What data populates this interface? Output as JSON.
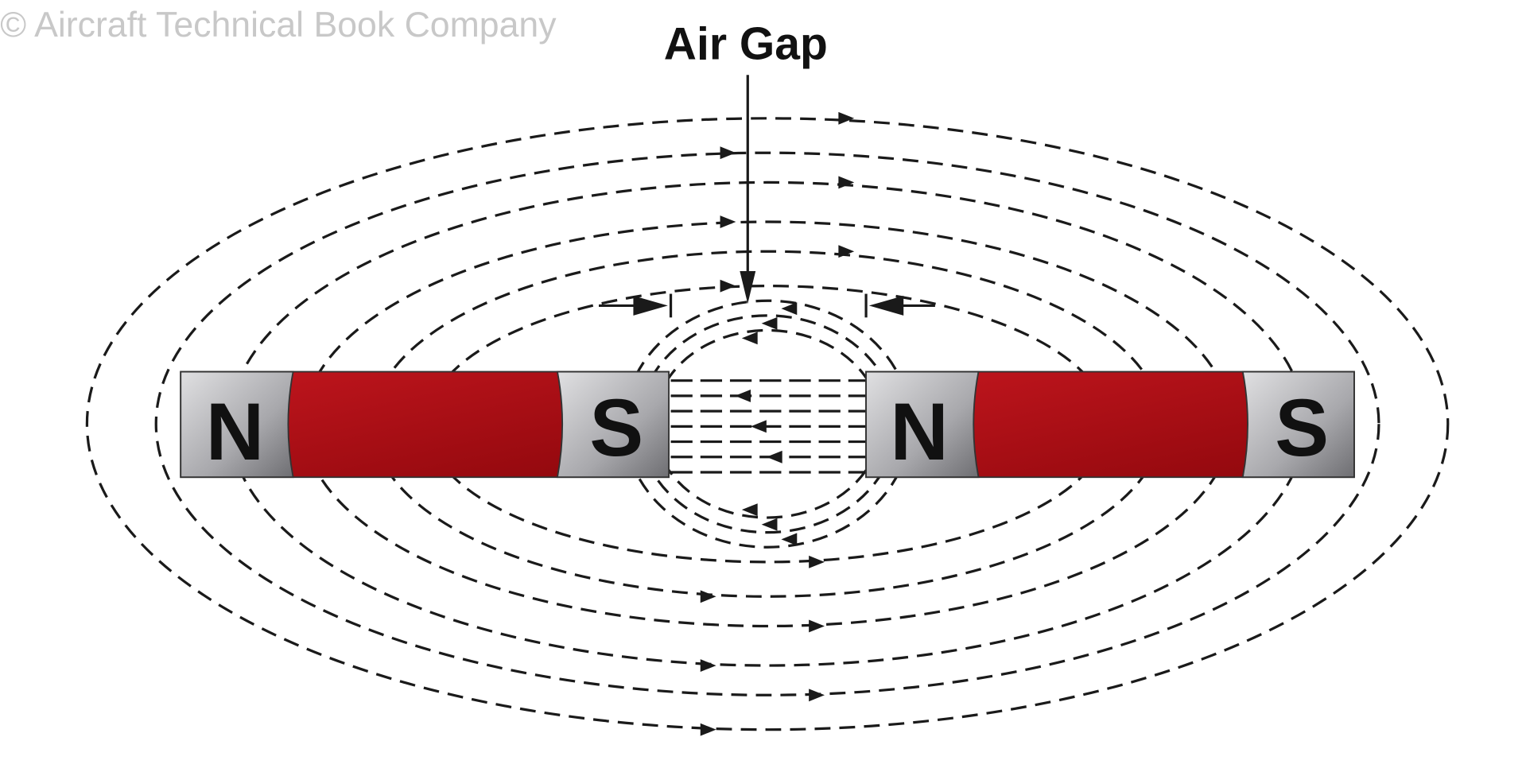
{
  "watermark": "© Aircraft Technical Book Company",
  "title": "Air Gap",
  "magnets": [
    {
      "north_label": "N",
      "south_label": "S"
    },
    {
      "north_label": "N",
      "south_label": "S"
    }
  ],
  "colors": {
    "magnet_body": "#a4121a",
    "pole_cap": "#b0b0b4",
    "line": "#1a1a1a"
  }
}
